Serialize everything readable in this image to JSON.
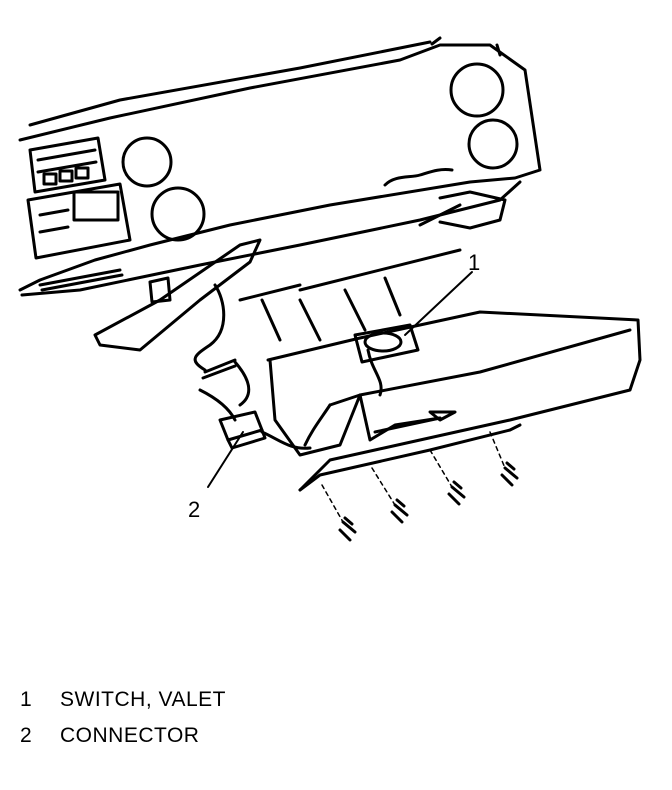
{
  "callouts": [
    {
      "number": "1",
      "label": "SWITCH, VALET"
    },
    {
      "number": "2",
      "label": "CONNECTOR"
    }
  ],
  "icons": [
    "instrument-panel-illustration",
    "glove-box-illustration",
    "valet-switch-illustration",
    "connector-illustration",
    "screw-icon"
  ],
  "colors": {
    "line": "#000000",
    "background": "#ffffff"
  }
}
